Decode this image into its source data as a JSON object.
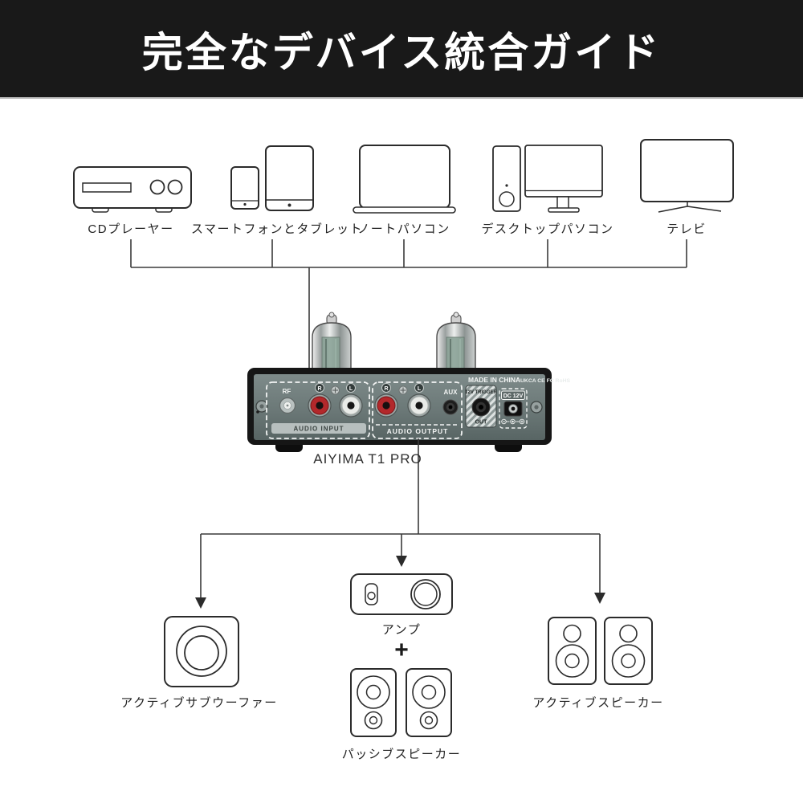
{
  "header": {
    "title": "完全なデバイス統合ガイド"
  },
  "sources": [
    {
      "label": "CDプレーヤー"
    },
    {
      "label": "スマートフォンとタブレット"
    },
    {
      "label": "ノートパソコン"
    },
    {
      "label": "デスクトップパソコン"
    },
    {
      "label": "テレビ"
    }
  ],
  "device": {
    "name": "AIYIMA T1 PRO",
    "rear_panel": {
      "made_in": "MADE IN CHINA",
      "certifications": "UKCA CE FC RoHS",
      "audio_input": {
        "section_label": "AUDIO INPUT",
        "rf_label": "RF",
        "right_label": "R",
        "left_label": "L"
      },
      "audio_output": {
        "section_label": "AUDIO OUTPUT",
        "right_label": "R",
        "left_label": "L",
        "aux_label": "AUX"
      },
      "trigger": {
        "label": "12V TRIGGER",
        "out_label": "OUT"
      },
      "power": {
        "label": "DC 12V"
      }
    }
  },
  "outputs": {
    "subwoofer": {
      "label": "アクティブサブウーファー"
    },
    "amplifier": {
      "label": "アンプ"
    },
    "plus_sign": "+",
    "passive_speakers": {
      "label": "パッシブスピーカー"
    },
    "active_speakers": {
      "label": "アクティブスピーカー"
    }
  },
  "colors": {
    "header_bg": "#191919",
    "header_fg": "#ffffff",
    "line": "#3a3a3a",
    "icon_stroke": "#2b2b2b",
    "panel_face": "#71807f",
    "rca_red": "#b3282b",
    "rca_white": "#e9ebe8",
    "dashed_outline": "#f2f4f3"
  }
}
